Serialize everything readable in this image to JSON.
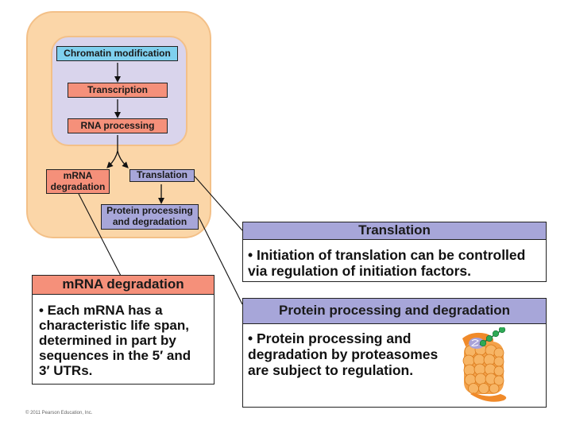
{
  "diagram": {
    "nucleus_steps": [
      {
        "label": "Chromatin modification",
        "color": "#7fd0ee"
      },
      {
        "label": "Transcription",
        "color": "#f5907a"
      },
      {
        "label": "RNA processing",
        "color": "#f5907a"
      }
    ],
    "cytoplasm_steps": {
      "mrna_degradation": {
        "label_line1": "mRNA",
        "label_line2": "degradation",
        "color": "#f5907a"
      },
      "translation": {
        "label": "Translation",
        "color": "#a7a6d9"
      },
      "protein_processing": {
        "label_line1": "Protein processing",
        "label_line2": "and degradation",
        "color": "#a7a6d9"
      }
    },
    "cell_color": "#fbd6a8",
    "nucleus_color": "#d9d4ec"
  },
  "panels": {
    "translation": {
      "title": "Translation",
      "body": "• Initiation of translation can be controlled via regulation of initiation factors.",
      "header_color": "#a7a6d9"
    },
    "protein_processing": {
      "title": "Protein processing and degradation",
      "body_lines": [
        "• Protein processing and",
        "degradation by proteasomes",
        "are subject to regulation."
      ],
      "header_color": "#a7a6d9",
      "illustration": "proteasome-icon"
    },
    "mrna_degradation": {
      "title": "mRNA degradation",
      "body_lines": [
        "• Each mRNA has a",
        "characteristic life span,",
        "determined in part by",
        "sequences in the 5′ and",
        "3′ UTRs."
      ],
      "header_color": "#f5907a"
    }
  },
  "footer": {
    "copyright": "© 2011 Pearson Education, Inc."
  }
}
